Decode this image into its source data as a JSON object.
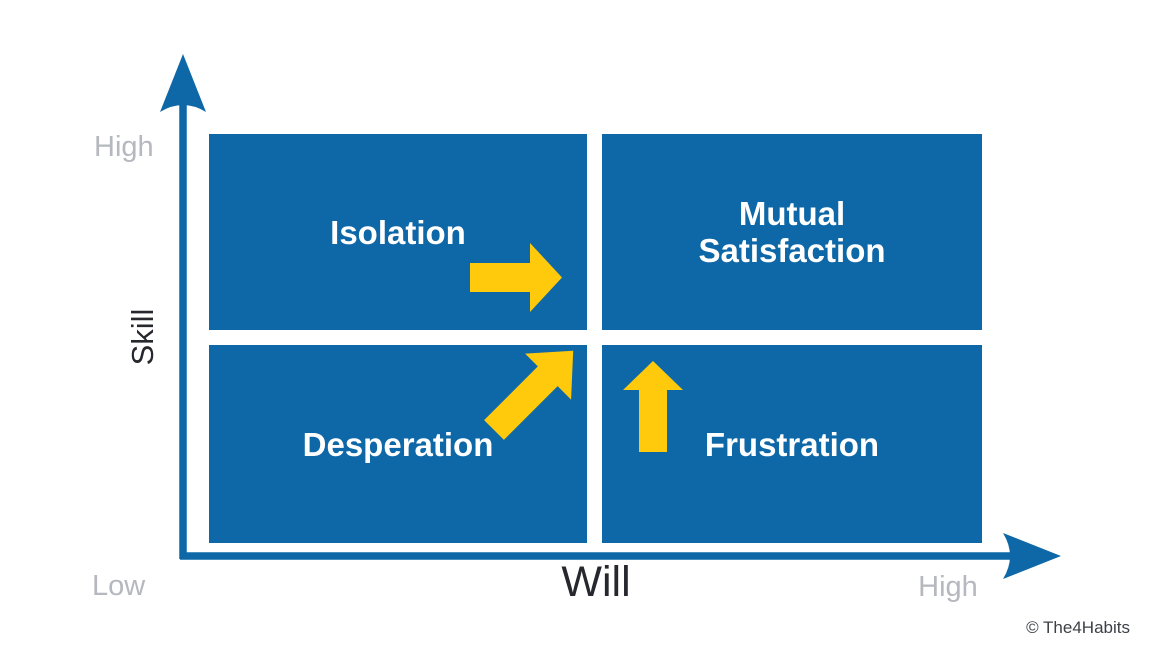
{
  "diagram": {
    "type": "quadrant-matrix",
    "attribution": "© The4Habits",
    "colors": {
      "quadrant_blue": "#0e68a7",
      "axis_blue": "#0e68a7",
      "arrow_yellow": "#ffc90c",
      "muted_label_gray": "#b5b8be",
      "dark_text": "#26282e",
      "quadrant_text": "#ffffff",
      "attribution_text": "#3d4147"
    },
    "y_axis": {
      "label": "Skill",
      "high_label": "High"
    },
    "x_axis": {
      "label": "Will",
      "low_label": "Low",
      "high_label": "High"
    },
    "quadrants": [
      {
        "label": "Isolation",
        "position": "top-left",
        "skill": "high",
        "will": "low",
        "arrow": "right-arrow"
      },
      {
        "label": "Mutual Satisfaction",
        "position": "top-right",
        "skill": "high",
        "will": "high",
        "arrow": "none"
      },
      {
        "label": "Desperation",
        "position": "bottom-left",
        "skill": "low",
        "will": "low",
        "arrow": "up-right-arrow"
      },
      {
        "label": "Frustration",
        "position": "bottom-right",
        "skill": "low",
        "will": "high",
        "arrow": "up-arrow"
      }
    ]
  }
}
